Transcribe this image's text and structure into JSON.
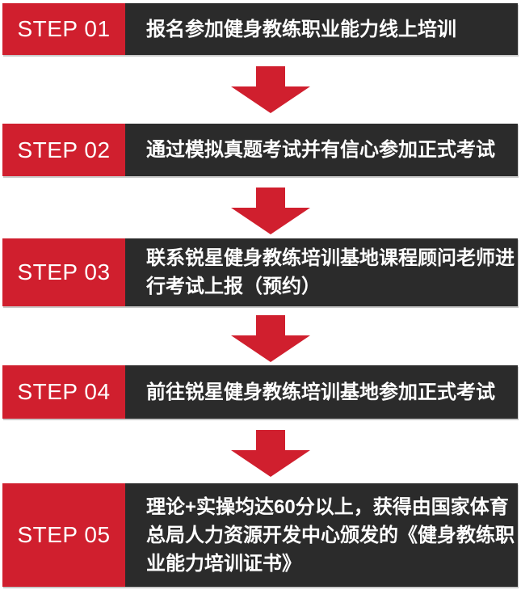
{
  "steps": [
    {
      "label": "STEP 01",
      "text": "报名参加健身教练职业能力线上培训"
    },
    {
      "label": "STEP 02",
      "text": "通过模拟真题考试并有信心参加正式考试"
    },
    {
      "label": "STEP 03",
      "text": "联系锐星健身教练培训基地课程顾问老师进行考试上报（预约）"
    },
    {
      "label": "STEP 04",
      "text": "前往锐星健身教练培训基地参加正式考试"
    },
    {
      "label": "STEP 05",
      "text": "理论+实操均达60分以上，获得由国家体育总局人力资源开发中心颁发的《健身教练职业能力培训证书》"
    }
  ],
  "colors": {
    "accent_red": "#d01f2e",
    "bar_black": "#2b2b2b",
    "text_white": "#ffffff",
    "edge_shadow": "#c9c9c9"
  },
  "icons": {
    "arrow": "down-arrow"
  }
}
